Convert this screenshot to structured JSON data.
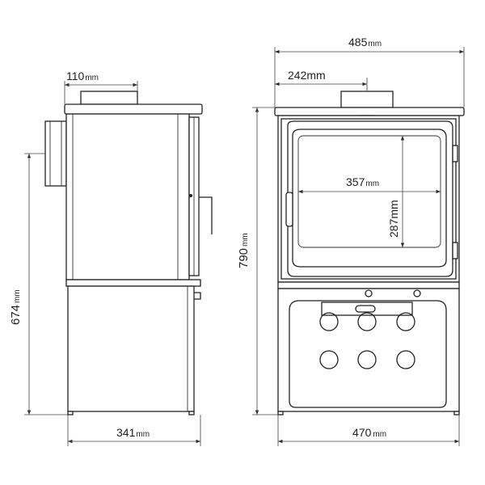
{
  "dimensions": {
    "flue_diameter": {
      "value": "110",
      "unit": "mm"
    },
    "total_width": {
      "value": "485",
      "unit": "mm"
    },
    "flue_offset": {
      "value": "242",
      "unit": "mm"
    },
    "glass_width": {
      "value": "357",
      "unit": "mm"
    },
    "glass_height": {
      "value": "287",
      "unit": "mm"
    },
    "total_height": {
      "value": "790",
      "unit": "mm"
    },
    "rear_flue_height": {
      "value": "674",
      "unit": "mm"
    },
    "depth": {
      "value": "341",
      "unit": "mm"
    },
    "body_width": {
      "value": "470",
      "unit": "mm"
    }
  }
}
